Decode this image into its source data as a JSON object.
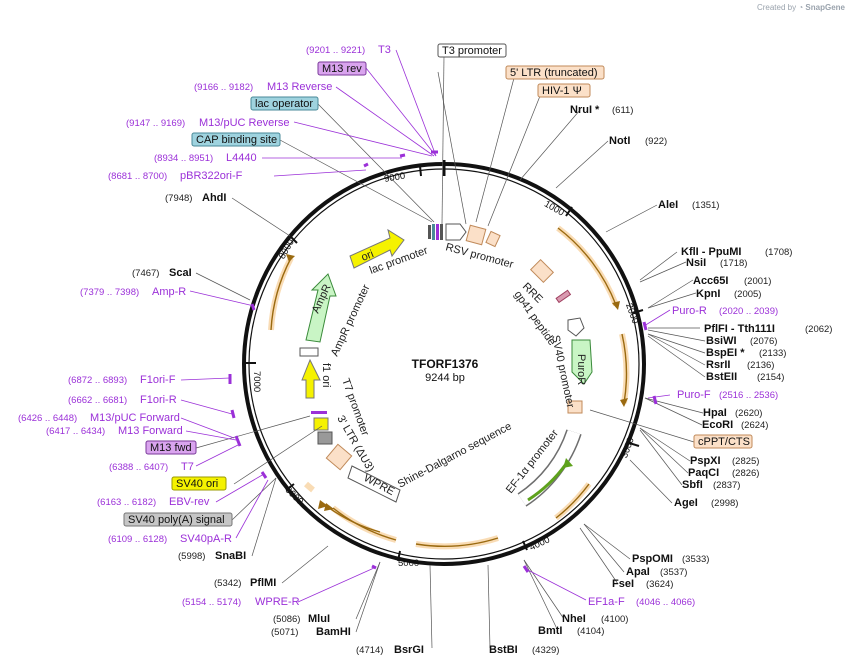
{
  "credit": {
    "prefix": "Created by",
    "brand": "SnapGene"
  },
  "plasmid": {
    "name": "TFORF1376",
    "size_label": "9244 bp",
    "length": 9244
  },
  "ticks": [
    "1000",
    "2000",
    "3000",
    "4000",
    "5000",
    "6000",
    "7000",
    "8000",
    "9000"
  ],
  "boxed_labels": [
    {
      "id": "t3-promoter",
      "text": "T3 promoter",
      "fill": "#ffffff",
      "stroke": "#555555"
    },
    {
      "id": "ltr5",
      "text": "5' LTR (truncated)",
      "fill": "#fbe0c8",
      "stroke": "#c08a5a"
    },
    {
      "id": "hiv",
      "text": "HIV-1 Ψ",
      "fill": "#fbe0c8",
      "stroke": "#c08a5a"
    },
    {
      "id": "m13rev",
      "text": "M13 rev",
      "fill": "#d9a4ee",
      "stroke": "#7a3a9a"
    },
    {
      "id": "lacop",
      "text": "lac operator",
      "fill": "#9fd3df",
      "stroke": "#4a8a98"
    },
    {
      "id": "cap",
      "text": "CAP binding site",
      "fill": "#9fd3df",
      "stroke": "#4a8a98"
    },
    {
      "id": "cppt",
      "text": "cPPT/CTS",
      "fill": "#fbe0c8",
      "stroke": "#c08a5a"
    },
    {
      "id": "m13fwd",
      "text": "M13 fwd",
      "fill": "#d9a4ee",
      "stroke": "#7a3a9a"
    },
    {
      "id": "sv40ori",
      "text": "SV40 ori",
      "fill": "#f5f200",
      "stroke": "#9a9a00"
    },
    {
      "id": "sv40pa",
      "text": "SV40 poly(A) signal",
      "fill": "#c6c6c6",
      "stroke": "#777777"
    }
  ],
  "enzymes": [
    {
      "name": "NruI *",
      "pos": "(611)"
    },
    {
      "name": "NotI",
      "pos": "(922)"
    },
    {
      "name": "AleI",
      "pos": "(1351)"
    },
    {
      "name": "KflI  - PpuMI",
      "pos": "(1708)"
    },
    {
      "name": "NsiI",
      "pos": "(1718)"
    },
    {
      "name": "Acc65I",
      "pos": "(2001)"
    },
    {
      "name": "KpnI",
      "pos": "(2005)"
    },
    {
      "name": "PflFI  - Tth111I",
      "pos": "(2062)"
    },
    {
      "name": "BsiWI",
      "pos": "(2076)"
    },
    {
      "name": "BspEI *",
      "pos": "(2133)"
    },
    {
      "name": "RsrII",
      "pos": "(2136)"
    },
    {
      "name": "BstEII",
      "pos": "(2154)"
    },
    {
      "name": "HpaI",
      "pos": "(2620)"
    },
    {
      "name": "EcoRI",
      "pos": "(2624)"
    },
    {
      "name": "PspXI",
      "pos": "(2825)"
    },
    {
      "name": "PaqCI",
      "pos": "(2826)"
    },
    {
      "name": "SbfI",
      "pos": "(2837)"
    },
    {
      "name": "AgeI",
      "pos": "(2998)"
    },
    {
      "name": "PspOMI",
      "pos": "(3533)"
    },
    {
      "name": "ApaI",
      "pos": "(3537)"
    },
    {
      "name": "FseI",
      "pos": "(3624)"
    },
    {
      "name": "NheI",
      "pos": "(4100)"
    },
    {
      "name": "BmtI",
      "pos": "(4104)"
    },
    {
      "name": "BstBI",
      "pos": "(4329)"
    },
    {
      "name": "BsrGI",
      "pos": "(4714)"
    },
    {
      "name": "BamHI",
      "pos": "(5071)"
    },
    {
      "name": "MluI",
      "pos": "(5086)"
    },
    {
      "name": "PflMI",
      "pos": "(5342)"
    },
    {
      "name": "SnaBI",
      "pos": "(5998)"
    },
    {
      "name": "ScaI",
      "pos": "(7467)"
    },
    {
      "name": "AhdI",
      "pos": "(7948)"
    }
  ],
  "primers": [
    {
      "name": "T3",
      "range": "(9201 .. 9221)"
    },
    {
      "name": "M13 Reverse",
      "range": "(9166 .. 9182)"
    },
    {
      "name": "M13/pUC Reverse",
      "range": "(9147 .. 9169)"
    },
    {
      "name": "L4440",
      "range": "(8934 .. 8951)"
    },
    {
      "name": "pBR322ori-F",
      "range": "(8681 .. 8700)"
    },
    {
      "name": "Amp-R",
      "range": "(7379 .. 7398)"
    },
    {
      "name": "F1ori-F",
      "range": "(6872 .. 6893)"
    },
    {
      "name": "F1ori-R",
      "range": "(6662 .. 6681)"
    },
    {
      "name": "M13/pUC Forward",
      "range": "(6426 .. 6448)"
    },
    {
      "name": "M13 Forward",
      "range": "(6417 .. 6434)"
    },
    {
      "name": "T7",
      "range": "(6388 .. 6407)"
    },
    {
      "name": "EBV-rev",
      "range": "(6163 .. 6182)"
    },
    {
      "name": "SV40pA-R",
      "range": "(6109 .. 6128)"
    },
    {
      "name": "WPRE-R",
      "range": "(5154 .. 5174)"
    },
    {
      "name": "Puro-R",
      "range": "(2020 .. 2039)"
    },
    {
      "name": "Puro-F",
      "range": "(2516 .. 2536)"
    },
    {
      "name": "EF1a-F",
      "range": "(4046 .. 4066)"
    }
  ],
  "inner_labels": [
    "lac promoter",
    "RSV promoter",
    "RRE",
    "gp41 peptide",
    "SV40 promoter",
    "PuroR",
    "EF-1α promoter",
    "Shine-Dalgarno sequence",
    "WPRE",
    "3' LTR (ΔU3)",
    "T7 promoter",
    "f1 ori",
    "AmpR promoter",
    "AmpR",
    "ori"
  ],
  "colors": {
    "backbone": "#111111",
    "primer": "#9b30d8",
    "orf_arrow": "#f2b25a",
    "ampr": "#c9f5c5",
    "ori": "#f5f200",
    "puro": "#c9f5c5",
    "ltr": "#fbe0c8",
    "ef1a": "#5ea21c"
  }
}
